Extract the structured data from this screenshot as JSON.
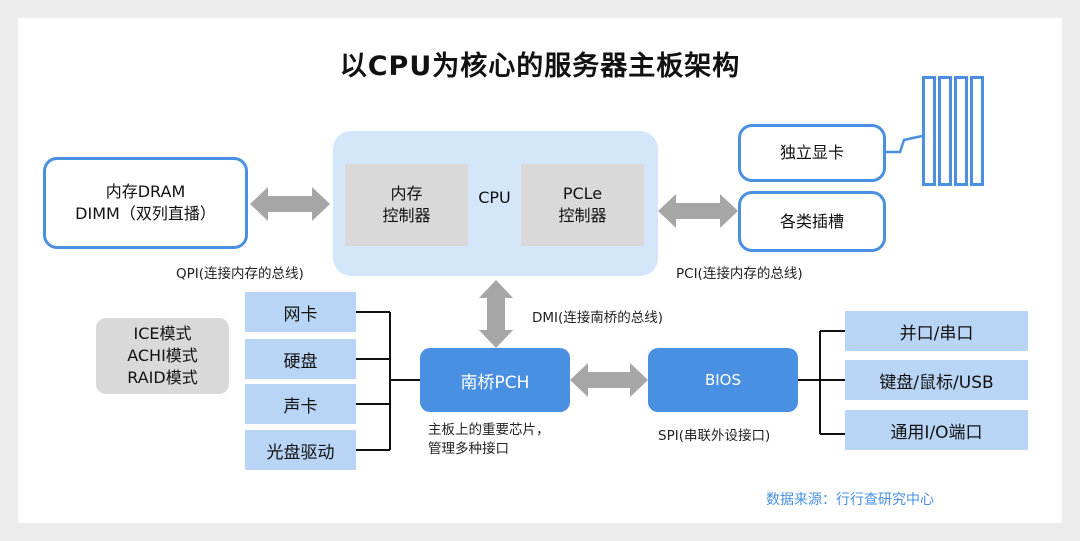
{
  "title": "以CPU为核心的服务器主板架构",
  "memory_box": "内存DRAM\nDIMM（双列直播）",
  "cpu": {
    "label": "CPU",
    "mem_controller": "内存\n控制器",
    "pcie_controller": "PCLe\n控制器"
  },
  "gpu_box": "独立显卡",
  "slots_box": "各类插槽",
  "qpi_label": "QPI(连接内存的总线)",
  "pci_label": "PCI(连接内存的总线)",
  "dmi_label": "DMI(连接南桥的总线)",
  "modes": [
    "ICE模式",
    "ACHI模式",
    "RAID模式"
  ],
  "devices_left": [
    "网卡",
    "硬盘",
    "声卡",
    "光盘驱动"
  ],
  "pch": "南桥PCH",
  "pch_note": "主板上的重要芯片，\n管理多种接口",
  "bios": "BIOS",
  "spi_label": "SPI(串联外设接口)",
  "devices_right": [
    "并口/串口",
    "键盘/鼠标/USB",
    "通用I/O端口"
  ],
  "source": "数据来源：行行查研究中心",
  "colors": {
    "accent_blue": "#4a90e2",
    "cpu_bg": "#d3e6fa",
    "device_bg": "#b9d5f5",
    "gray": "#d9d9d9",
    "arrow_gray": "#a6a6a6"
  }
}
